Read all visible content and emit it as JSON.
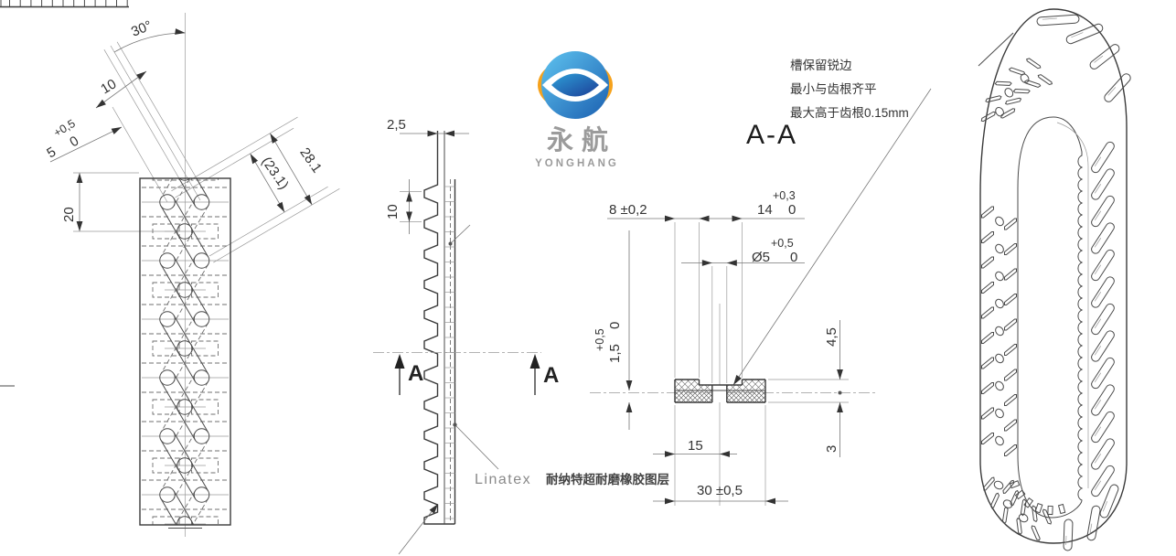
{
  "logo": {
    "cn": "永航",
    "en": "YONGHANG"
  },
  "notes": {
    "l1": "槽保留锐边",
    "l2": "最小与齿根齐平",
    "l3": "最大高于齿根0.15mm"
  },
  "section_title": "A-A",
  "cut_label": "A",
  "material": {
    "name": "Linatex",
    "desc": "耐纳特超耐磨橡胶图层"
  },
  "front": {
    "angle": "30°",
    "spacing10": "10",
    "w_sup": "+0,5",
    "w_main": "5",
    "w_inf": "0",
    "pitch20": "20",
    "len": "28.1",
    "centers": "(23.1)"
  },
  "side": {
    "thk": "2,5",
    "pitch": "10"
  },
  "sec": {
    "edge": "8 ±0,2",
    "slot_main": "14",
    "slot_sup": "+0,3",
    "slot_inf": "0",
    "hole_main": "Ø5",
    "hole_sup": "+0,5",
    "hole_inf": "0",
    "rub_main": "1,5",
    "rub_sup": "+0,5",
    "rub_inf": "0",
    "above": "4,5",
    "below": "3",
    "half": "15",
    "total": "30 ±0,5"
  },
  "colors": {
    "line": "#3a3a3a",
    "logo_blue": "#2b9fd8",
    "logo_navy": "#1c3e97",
    "logo_orange": "#f6a21c"
  }
}
